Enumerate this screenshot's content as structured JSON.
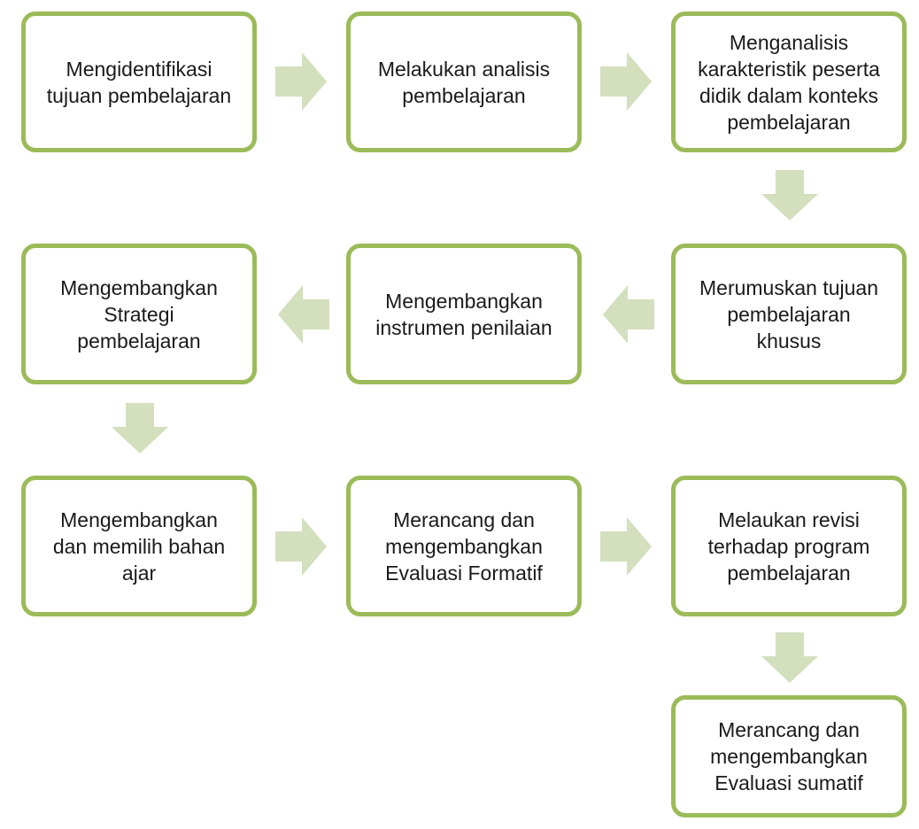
{
  "colors": {
    "box_border": "#9bbb59",
    "arrow_fill": "#d3dfbd",
    "text": "#1a1a1a"
  },
  "steps": [
    {
      "label": "Mengidentifikasi\ntujuan pembelajaran"
    },
    {
      "label": "Melakukan analisis\npembelajaran"
    },
    {
      "label": "Menganalisis\nkarakteristik peserta\ndidik dalam konteks\npembelajaran"
    },
    {
      "label": "Merumuskan tujuan\npembelajaran\nkhusus"
    },
    {
      "label": "Mengembangkan\ninstrumen penilaian"
    },
    {
      "label": "Mengembangkan\nStrategi\npembelajaran"
    },
    {
      "label": "Mengembangkan\ndan memilih bahan\najar"
    },
    {
      "label": "Merancang dan\nmengembangkan\nEvaluasi Formatif"
    },
    {
      "label": "Melaukan revisi\nterhadap program\npembelajaran"
    },
    {
      "label": "Merancang dan\nmengembangkan\nEvaluasi sumatif"
    }
  ],
  "connectors": [
    {
      "from": 1,
      "to": 2,
      "direction": "right"
    },
    {
      "from": 2,
      "to": 3,
      "direction": "right"
    },
    {
      "from": 3,
      "to": 4,
      "direction": "down"
    },
    {
      "from": 4,
      "to": 5,
      "direction": "left"
    },
    {
      "from": 5,
      "to": 6,
      "direction": "left"
    },
    {
      "from": 6,
      "to": 7,
      "direction": "down"
    },
    {
      "from": 7,
      "to": 8,
      "direction": "right"
    },
    {
      "from": 8,
      "to": 9,
      "direction": "right"
    },
    {
      "from": 9,
      "to": 10,
      "direction": "down"
    }
  ]
}
